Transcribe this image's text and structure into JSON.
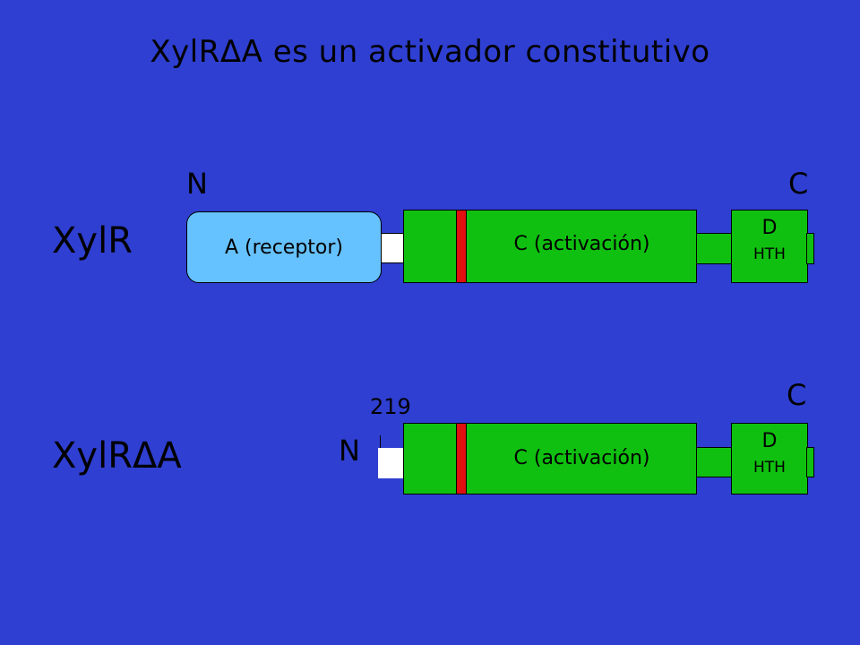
{
  "title": "XylRΔA es un activador constitutivo",
  "rows": {
    "xylr": {
      "label": "XylR",
      "n_term": "N",
      "c_term": "C",
      "receptor_domain": "A (receptor)",
      "activation_domain": "C (activación)",
      "d_domain": "D",
      "hth": "HTH"
    },
    "xylr_delta": {
      "label": "XylRΔA",
      "n_term": "N",
      "c_term": "C",
      "start_residue": "219",
      "activation_domain": "C (activación)",
      "d_domain": "D",
      "hth": "HTH"
    }
  },
  "colors": {
    "background": "#2f3fd1",
    "receptor": "#66c2ff",
    "activation": "#10c010",
    "marker": "#e01010",
    "linker": "#ffffff"
  }
}
